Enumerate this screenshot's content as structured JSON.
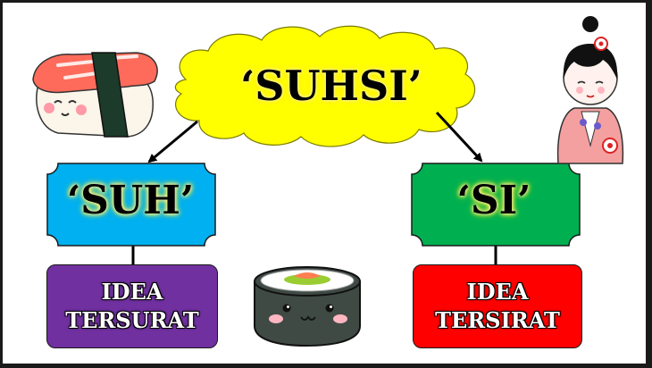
{
  "diagram": {
    "title": "‘SUHSI’",
    "left_node": {
      "title": "‘SUH’",
      "box_line1": "IDEA",
      "box_line2": "TERSURAT",
      "color": "#00b0f0",
      "box_color": "#7030a0"
    },
    "right_node": {
      "title": "‘SI’",
      "box_line1": "IDEA",
      "box_line2": "TERSIRAT",
      "color": "#00b050",
      "box_color": "#ff0000"
    },
    "cloud_color": "#ffff00"
  },
  "decorations": {
    "icons": [
      "salmon-nigiri-icon",
      "sushi-roll-icon",
      "kokeshi-doll-icon"
    ]
  }
}
